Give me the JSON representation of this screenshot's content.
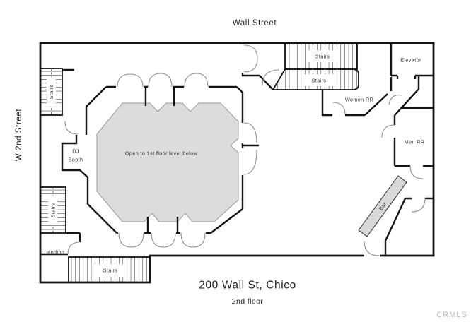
{
  "streets": {
    "top": "Wall Street",
    "left": "W 2nd Street"
  },
  "caption": {
    "title": "200 Wall St, Chico",
    "subtitle": "2nd floor"
  },
  "watermark": "CRMLS",
  "colors": {
    "wall": "#141414",
    "open_area_fill": "#dcdcdc",
    "open_area_stroke": "#9a9a9a",
    "door_arc": "#8f8f8f",
    "watermark": "#bcbcbc"
  },
  "rooms": {
    "open_area": "Open to 1st floor level below",
    "dj_line1": "DJ",
    "dj_line2": "Booth",
    "landing": "Landing",
    "elevator": "Elevator",
    "women_rr": "Women RR",
    "men_rr": "Men RR",
    "bar": "Bar",
    "stairs_upper_left": "Stairs",
    "stairs_lower_left": "Stairs",
    "stairs_bottom": "Stairs",
    "stairs_top_run1": "Stairs",
    "stairs_top_run2": "Stairs"
  }
}
